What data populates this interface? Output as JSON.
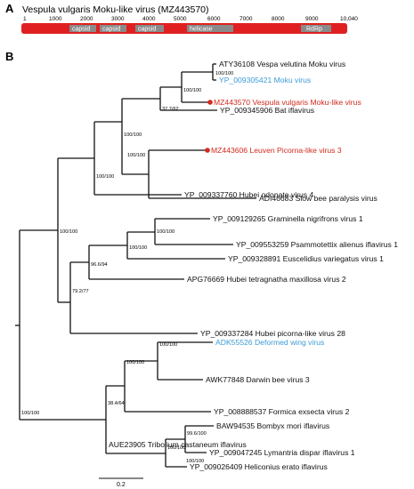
{
  "panel_a": {
    "label": "A",
    "title": "Vespula vulgaris Moku-like virus (MZ443570)",
    "ticks": [
      "1",
      "1000",
      "2000",
      "3000",
      "4000",
      "5000",
      "6000",
      "7000",
      "8000",
      "9000",
      "10,040"
    ],
    "regions": [
      "capsid",
      "capsid",
      "capsid",
      "helicase",
      "RdRp"
    ],
    "genome_color": "#e02020"
  },
  "panel_b": {
    "label": "B",
    "leaves": [
      {
        "text": "ATY36108 Vespa velutina Moku virus",
        "color": "#111111"
      },
      {
        "text": "YP_009305421 Moku virus",
        "color": "#3a9bd6"
      },
      {
        "text": "MZ443570 Vespula vulgaris Moku-like virus",
        "color": "#d12a1f"
      },
      {
        "text": "YP_009345906 Bat iflavirus",
        "color": "#111111"
      },
      {
        "text": "MZ443606 Leuven Picorna-like virus 3",
        "color": "#d12a1f"
      },
      {
        "text": "ADI46683 Slow bee paralysis virus",
        "color": "#111111"
      },
      {
        "text": "YP_009337760 Hubei odonate virus 4",
        "color": "#111111"
      },
      {
        "text": "YP_009129265 Graminella nigrifrons virus 1",
        "color": "#111111"
      },
      {
        "text": "YP_009553259 Psammotettix alienus iflavirus 1",
        "color": "#111111"
      },
      {
        "text": "YP_009328891 Euscelidius variegatus virus 1",
        "color": "#111111"
      },
      {
        "text": "APG76669 Hubei tetragnatha maxillosa virus 2",
        "color": "#111111"
      },
      {
        "text": "YP_009337284 Hubei picorna-like virus 28",
        "color": "#111111"
      },
      {
        "text": "ADK55526 Deformed wing virus",
        "color": "#3a9bd6"
      },
      {
        "text": "AWK77848 Darwin bee virus 3",
        "color": "#111111"
      },
      {
        "text": "YP_008888537 Formica exsecta virus 2",
        "color": "#111111"
      },
      {
        "text": "AUE23905 Tribolium castaneum iflavirus",
        "color": "#111111"
      },
      {
        "text": "BAW94535 Bombyx mori iflavirus",
        "color": "#111111"
      },
      {
        "text": "YP_009047245 Lymantria dispar iflavirus 1",
        "color": "#111111"
      },
      {
        "text": "YP_009026409 Heliconius erato iflavirus",
        "color": "#111111"
      }
    ],
    "supports": [
      "100/100",
      "100/100",
      "37.7/62",
      "100/100",
      "100/100",
      "100/100",
      "100/100",
      "100/100",
      "100/100",
      "96.6/94",
      "79.2/77",
      "100/100",
      "100/100",
      "38.4/64",
      "100/100",
      "99.6/100",
      "100/100",
      "100/100"
    ],
    "scale_bar": "0.2"
  }
}
